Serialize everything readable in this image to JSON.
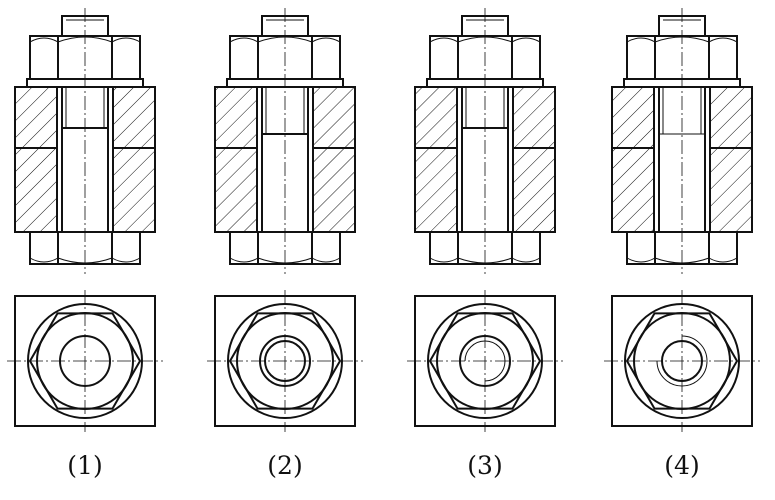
{
  "figure": {
    "views": [
      {
        "label": "(1)",
        "variant": "1"
      },
      {
        "label": "(2)",
        "variant": "2"
      },
      {
        "label": "(3)",
        "variant": "3"
      },
      {
        "label": "(4)",
        "variant": "4"
      }
    ]
  }
}
